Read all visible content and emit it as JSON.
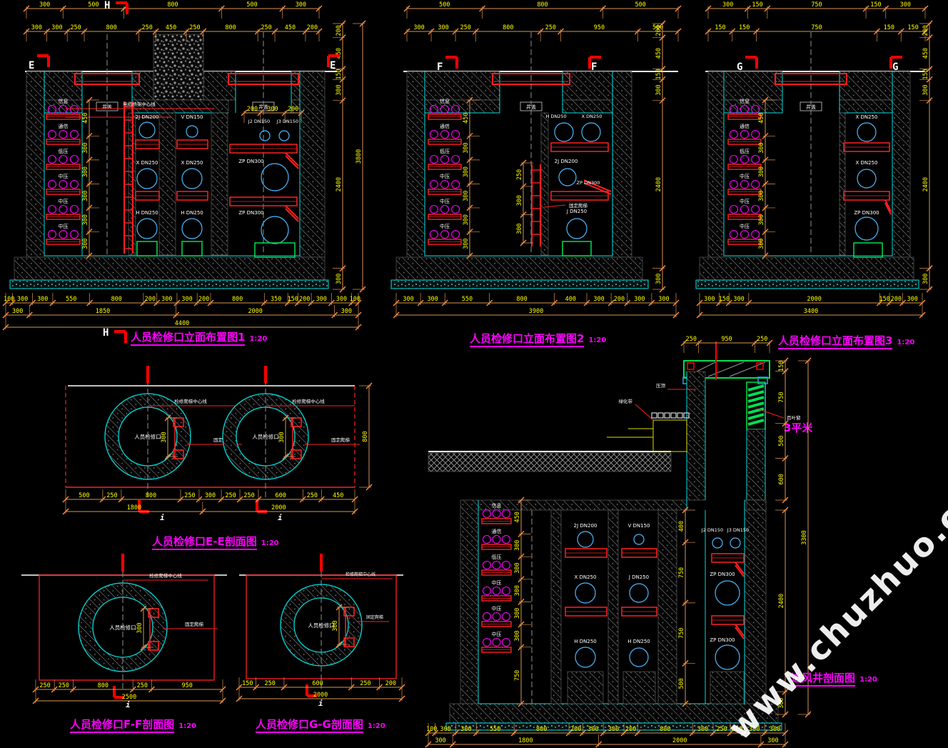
{
  "colors": {
    "cyan": "#00dcdc",
    "red": "#ff2020",
    "magenta": "#ff00ff",
    "yellow": "#ffff00",
    "dimline": "#d79455",
    "white": "#ffffff",
    "green": "#00e050",
    "gray": "#8f8f8f",
    "blue": "#3399ff"
  },
  "titles": {
    "v1": {
      "text": "人员检修口立面布置图1",
      "scale": "1:20"
    },
    "v2": {
      "text": "人员检修口立面布置图2",
      "scale": "1:20"
    },
    "v3": {
      "text": "人员检修口立面布置图3",
      "scale": "1:20"
    },
    "ee": {
      "text": "人员检修口E-E剖面图",
      "scale": "1:20"
    },
    "ff": {
      "text": "人员检修口F-F剖面图",
      "scale": "1:20"
    },
    "gg": {
      "text": "人员检修口G-G剖面图",
      "scale": "1:20"
    },
    "jf": {
      "text": "进风井剖面图",
      "scale": "1:20"
    }
  },
  "markers": {
    "e": "E",
    "f": "F",
    "g": "G",
    "h": "H",
    "i": "i"
  },
  "labels": {
    "manhole": "人员检修口",
    "cover": "井盖",
    "ladder": "固定爬梯",
    "ladder_cl": "检修爬梯中心线",
    "tray_cl": "电缆桥架中心线",
    "louver": "百叶窗",
    "louver_area": "3平米",
    "parapet": "压顶",
    "planter": "绿化带",
    "trays": [
      "信息",
      "通信",
      "低压",
      "中压",
      "中压",
      "中压"
    ]
  },
  "pipes": {
    "v1": [
      "2J DN200",
      "X DN250",
      "H DN250",
      "V DN150",
      "X DN250",
      "H DN250",
      "J2 DN150",
      "J3 DN150",
      "ZP DN300",
      "ZP DN300"
    ],
    "v2": [
      "H DN250",
      "X DN250",
      "2J DN200",
      "ZP DN300",
      "J DN250"
    ],
    "v3": [
      "X DN250",
      "X DN250",
      "ZP DN300"
    ],
    "jf": [
      "2J DN200",
      "X DN250",
      "H DN250",
      "V DN150",
      "J DN250",
      "H DN250",
      "J2 DN150",
      "J3 DN150",
      "ZP DN300",
      "ZP DN300"
    ]
  },
  "dims": {
    "v1_top2": [
      300,
      500,
      800,
      500,
      300
    ],
    "v1_top": [
      300,
      300,
      250,
      800,
      250,
      450,
      250,
      800,
      250,
      450,
      200
    ],
    "v1_right": [
      200,
      450,
      150,
      300,
      2400,
      300
    ],
    "v1_rightTotal": [
      3800
    ],
    "v1_b1": [
      100,
      300,
      300,
      550,
      800,
      200,
      300,
      300,
      200,
      800,
      350,
      150,
      200,
      300,
      300,
      100
    ],
    "v1_b2": [
      300,
      1850,
      2000,
      300
    ],
    "v1_b3": [
      4400
    ],
    "v1_tray": [
      450,
      300,
      300,
      300,
      300,
      300
    ],
    "v1_bayc": [
      200,
      300,
      200
    ],
    "v2_top2": [
      500,
      800,
      500
    ],
    "v2_top": [
      300,
      300,
      250,
      800,
      250,
      950,
      500
    ],
    "v2_right": [
      200,
      450,
      150,
      300,
      2400,
      300
    ],
    "v2_b1": [
      300,
      300,
      550,
      800,
      400,
      300,
      200,
      300,
      300
    ],
    "v2_b2": [
      3900
    ],
    "v2_tray": [
      450,
      300,
      300,
      300,
      300,
      300
    ],
    "v2_ladder": [
      250,
      300,
      300
    ],
    "v3_top2": [
      300,
      150,
      750,
      150,
      300
    ],
    "v3_top": [
      150,
      150,
      750,
      150,
      150
    ],
    "v3_right": [
      200,
      450,
      150,
      300,
      2400,
      300
    ],
    "v3_b1": [
      300,
      150,
      300,
      2000,
      150,
      200,
      300
    ],
    "v3_b2": [
      3400
    ],
    "v3_tray": [
      450,
      300,
      300,
      300,
      300,
      300
    ],
    "ee_b1": [
      500,
      250,
      800,
      250,
      300,
      250,
      250,
      600,
      250,
      450
    ],
    "ee_b2": [
      1800,
      2000
    ],
    "ee_right": [
      800
    ],
    "ee_ladder": [
      300
    ],
    "ff_b1": [
      250,
      250,
      800,
      250,
      950
    ],
    "ff_b2": [
      2500
    ],
    "ff_ladder": [
      300
    ],
    "gg_b1": [
      150,
      250,
      600,
      250,
      200
    ],
    "gg_b2": [
      2000
    ],
    "gg_ladder": [
      300
    ],
    "jf_top": [
      250,
      950,
      250
    ],
    "jf_shaft_right": [
      150,
      750,
      500,
      600
    ],
    "jf_mid": [
      400,
      750,
      750,
      500
    ],
    "jf_tray": [
      450,
      300,
      300,
      300,
      300,
      300,
      750
    ],
    "jf_right2": [
      2400,
      300
    ],
    "jf_span": [
      3300
    ],
    "jf_b1": [
      100,
      300,
      300,
      550,
      800,
      200,
      300,
      300,
      200,
      800,
      300,
      250,
      200,
      300,
      300
    ],
    "jf_b2": [
      300,
      1800,
      2000,
      300
    ]
  },
  "watermark": {
    "text": "www.chuzhuo.com"
  }
}
